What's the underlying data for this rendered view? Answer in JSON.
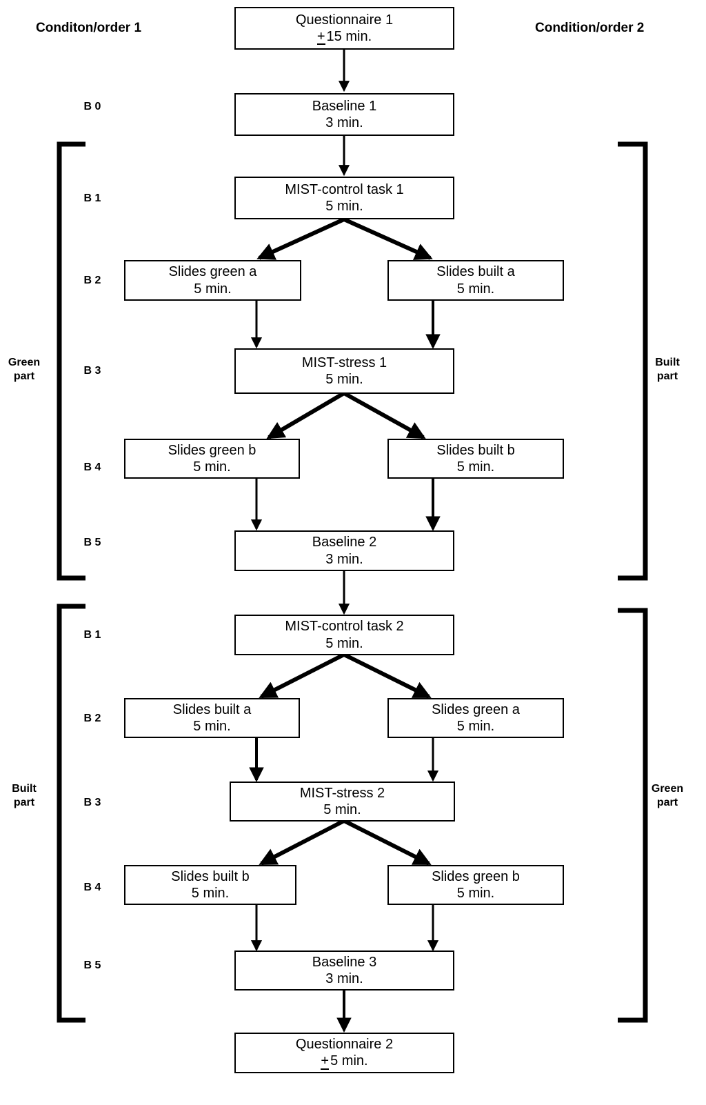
{
  "headers": {
    "left": "Conditon/order 1",
    "right": "Condition/order 2"
  },
  "part_labels": [
    {
      "id": "left-top",
      "text": "Green\npart",
      "line1": "Green",
      "line2": "part"
    },
    {
      "id": "right-top",
      "text": "Built\npart",
      "line1": "Built",
      "line2": "part"
    },
    {
      "id": "left-bottom",
      "text": "Built\npart",
      "line1": "Built",
      "line2": "part"
    },
    {
      "id": "right-bottom",
      "text": "Green\npart",
      "line1": "Green",
      "line2": "part"
    }
  ],
  "step_labels": [
    {
      "id": "b0",
      "text": "B 0"
    },
    {
      "id": "b1-a",
      "text": "B 1"
    },
    {
      "id": "b2-a",
      "text": "B 2"
    },
    {
      "id": "b3-a",
      "text": "B 3"
    },
    {
      "id": "b4-a",
      "text": "B 4"
    },
    {
      "id": "b5-a",
      "text": "B 5"
    },
    {
      "id": "b1-b",
      "text": "B 1"
    },
    {
      "id": "b2-b",
      "text": "B 2"
    },
    {
      "id": "b3-b",
      "text": "B 3"
    },
    {
      "id": "b4-b",
      "text": "B 4"
    },
    {
      "id": "b5-b",
      "text": "B 5"
    }
  ],
  "nodes": [
    {
      "id": "questionnaire-1",
      "title": "Questionnaire 1",
      "duration": "15 min.",
      "approx": true
    },
    {
      "id": "baseline-1",
      "title": "Baseline 1",
      "duration": "3 min.",
      "approx": false
    },
    {
      "id": "mist-control-1",
      "title": "MIST-control task 1",
      "duration": "5 min.",
      "approx": false
    },
    {
      "id": "slides-green-a-1",
      "title": "Slides green a",
      "duration": "5 min.",
      "approx": false
    },
    {
      "id": "slides-built-a-1",
      "title": "Slides built a",
      "duration": "5 min.",
      "approx": false
    },
    {
      "id": "mist-stress-1",
      "title": "MIST-stress 1",
      "duration": "5 min.",
      "approx": false
    },
    {
      "id": "slides-green-b-1",
      "title": "Slides green b",
      "duration": "5 min.",
      "approx": false
    },
    {
      "id": "slides-built-b-1",
      "title": "Slides built b",
      "duration": "5 min.",
      "approx": false
    },
    {
      "id": "baseline-2",
      "title": "Baseline 2",
      "duration": "3 min.",
      "approx": false
    },
    {
      "id": "mist-control-2",
      "title": "MIST-control task 2",
      "duration": "5 min.",
      "approx": false
    },
    {
      "id": "slides-built-a-2",
      "title": "Slides built a",
      "duration": "5 min.",
      "approx": false
    },
    {
      "id": "slides-green-a-2",
      "title": "Slides green a",
      "duration": "5 min.",
      "approx": false
    },
    {
      "id": "mist-stress-2",
      "title": "MIST-stress 2",
      "duration": "5 min.",
      "approx": false
    },
    {
      "id": "slides-built-b-2",
      "title": "Slides built b",
      "duration": "5 min.",
      "approx": false
    },
    {
      "id": "slides-green-b-2",
      "title": "Slides green b",
      "duration": "5 min.",
      "approx": false
    },
    {
      "id": "baseline-3",
      "title": "Baseline 3",
      "duration": "3 min.",
      "approx": false
    },
    {
      "id": "questionnaire-2",
      "title": "Questionnaire 2",
      "duration": "5 min.",
      "approx": true
    }
  ],
  "colors": {
    "stroke": "#000000",
    "box_fill": "#ffffff",
    "background": "#ffffff",
    "artifact_blue": "#6cb8e8"
  },
  "approx_symbol": "+"
}
